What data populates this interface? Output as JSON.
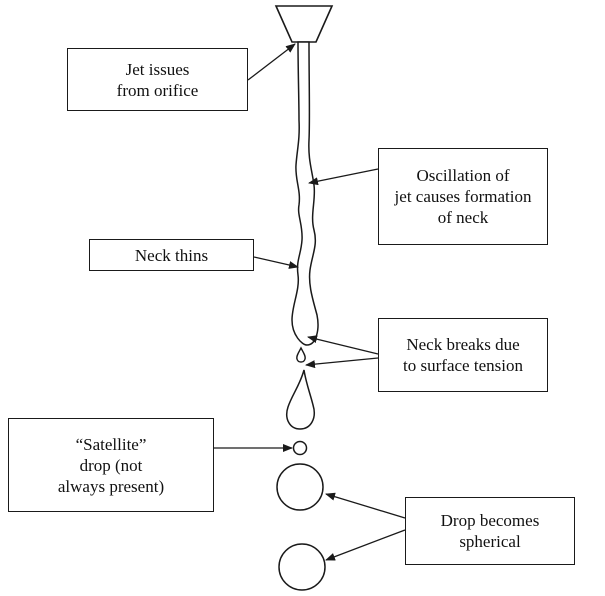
{
  "labels": {
    "jet_issues": {
      "line1": "Jet issues",
      "line2": "from orifice"
    },
    "oscillation": {
      "line1": "Oscillation of",
      "line2": "jet causes formation",
      "line3": "of neck"
    },
    "neck_thins": {
      "line1": "Neck thins"
    },
    "neck_breaks": {
      "line1": "Neck breaks due",
      "line2": "to surface tension"
    },
    "satellite": {
      "line1": "“Satellite”",
      "line2": "drop (not",
      "line3": "always present)"
    },
    "drop_spherical": {
      "line1": "Drop becomes",
      "line2": "spherical"
    }
  },
  "colors": {
    "stroke": "#1a1a1a",
    "background": "#ffffff"
  }
}
